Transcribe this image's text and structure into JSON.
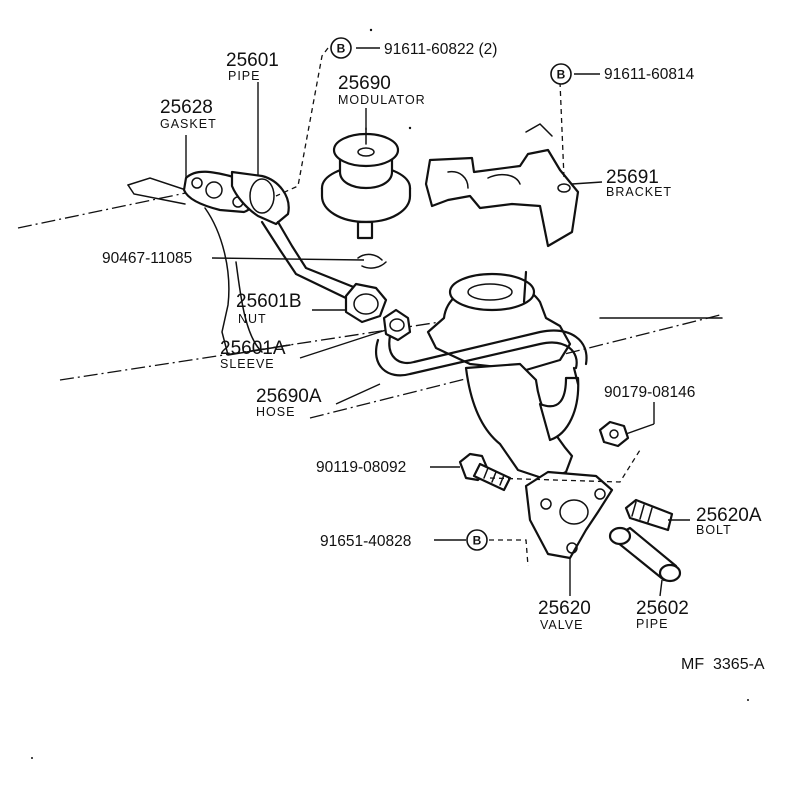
{
  "parts": [
    {
      "number": "25601",
      "name": "PIPE"
    },
    {
      "number": "25628",
      "name": "GASKET"
    },
    {
      "number": "25690",
      "name": "MODULATOR"
    },
    {
      "number": "25691",
      "name": "BRACKET"
    },
    {
      "number": "25601B",
      "name": "NUT"
    },
    {
      "number": "25601A",
      "name": "SLEEVE"
    },
    {
      "number": "25690A",
      "name": "HOSE"
    },
    {
      "number": "25620A",
      "name": "BOLT"
    },
    {
      "number": "25620",
      "name": "VALVE"
    },
    {
      "number": "25602",
      "name": "PIPE"
    }
  ],
  "hardware": [
    {
      "number": "91611-60822 (2)",
      "marker": "B"
    },
    {
      "number": "91611-60814",
      "marker": "B"
    },
    {
      "number": "90467-11085"
    },
    {
      "number": "90179-08146"
    },
    {
      "number": "90119-08092"
    },
    {
      "number": "91651-40828",
      "marker": "B"
    }
  ],
  "reference_code": "MF  3365-A"
}
